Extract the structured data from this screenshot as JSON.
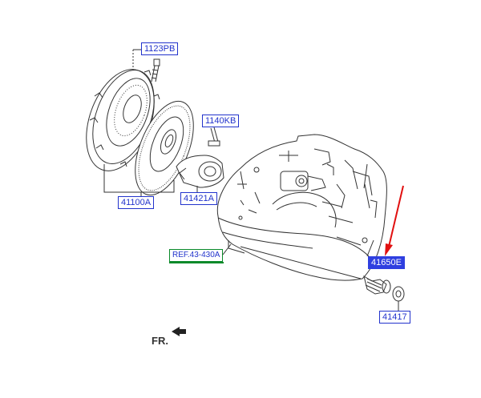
{
  "labels": {
    "bolt_1123pb": "1123PB",
    "bolt_1140kb": "1140KB",
    "clutch_41100a": "41100A",
    "release_41421a": "41421A",
    "ref_43_430a": "REF.43-430A",
    "sensor_41650e": "41650E",
    "seal_41417": "41417"
  },
  "direction": {
    "text": "FR."
  },
  "colors": {
    "label_text": "#2233cc",
    "highlight_fill": "#2f3fe0",
    "ref_underline": "#0a8a2a",
    "pointer_arrow": "#e11010",
    "drawing_line": "#333333"
  }
}
